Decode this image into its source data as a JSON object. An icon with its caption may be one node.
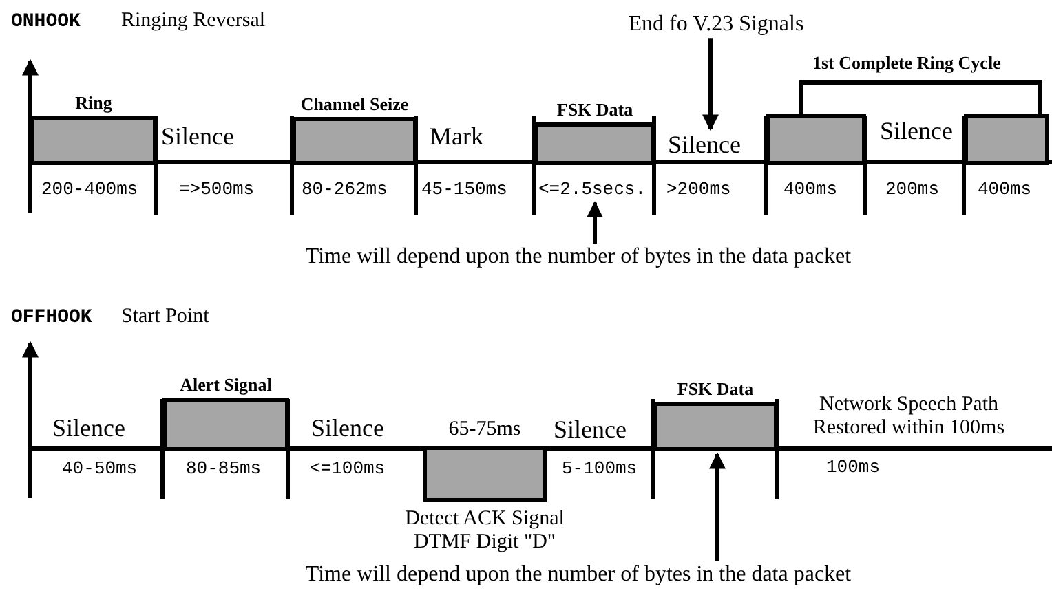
{
  "diagram": {
    "nodes": [
      {
        "text": [
          "Ring"
        ]
      },
      {
        "text": [
          "Channel Seize"
        ]
      },
      {
        "text": [
          "FSK Data"
        ]
      },
      {
        "text": [],
        "shape": "bar"
      },
      {
        "text": [],
        "shape": "bar"
      },
      {
        "text": [
          "End fo V.23 Signals"
        ]
      },
      {
        "text": [
          "Time will depend upon the number of bytes in the data packet"
        ]
      },
      {
        "text": [
          "Alert Signal"
        ]
      },
      {
        "text": [
          "Detect ACK Signal DTMF Digit \"D\""
        ],
        "beside": [
          "65-75ms"
        ]
      },
      {
        "text": [
          "FSK Data"
        ]
      },
      {
        "text": [
          "Time will depend upon the number of bytes in the data packet"
        ]
      },
      {
        "text": [
          "<=2.5secs."
        ]
      },
      {
        "text": [
          "Silence"
        ]
      }
    ],
    "edges": [
      {
        "from": 5,
        "to": 12,
        "arrow": "to"
      },
      {
        "from": 6,
        "to": 11,
        "arrow": "to"
      },
      {
        "from": 10,
        "to": 9,
        "arrow": "to"
      }
    ],
    "labels": [
      "ONHOOK",
      "Ringing Reversal",
      "1st Complete Ring Cycle",
      "Silence",
      "Mark",
      "Silence",
      "200-400ms",
      "=>500ms",
      "80-262ms",
      "45-150ms",
      ">200ms",
      "400ms",
      "200ms",
      "400ms",
      "OFFHOOK",
      "Start Point",
      "Silence",
      "Silence",
      "Silence",
      "Network Speech Path Restored within 100ms",
      "40-50ms",
      "80-85ms",
      "<=100ms",
      "5-100ms",
      "100ms"
    ]
  }
}
